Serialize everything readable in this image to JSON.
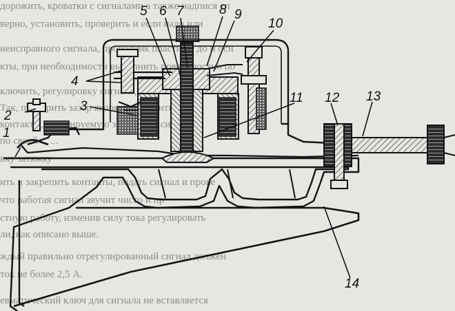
{
  "figure": {
    "part_labels": [
      "1",
      "2",
      "3",
      "4",
      "5",
      "6",
      "7",
      "8",
      "9",
      "10",
      "11",
      "12",
      "13",
      "14"
    ]
  },
  "background_text": {
    "lines": [
      "дорожить, кроватки с сигналами а также надпися сп",
      "верно, установить, проверить и если надо или",
      "неисправного сигнала, проводник пластины до и осн",
      "кты, при необходимости выполнить поверхностно по",
      "ключить, регулировку сигнала, контакты, на работу",
      "Так, проверить зазор якоря, установить винт",
      "контакты, регулируемую звучанием сигнала в",
      "по своей с. ...",
      "вку затяжку",
      "ить и закрепить контакты, подать сигнал и прове",
      "что работая сигнал звучит чисто и пр",
      "стную работу, изменив силу тока регулировать",
      "ли, как описано выше.",
      "ждый правильно отрегулированный сигнал должен",
      "ток не более 2,5 А.",
      "евматический ключ для сигнала не вставляется"
    ]
  },
  "colors": {
    "ink": "#141414",
    "paper": "#e6e6e3",
    "hatch": "#333333",
    "coil": "#2c2c2c"
  }
}
